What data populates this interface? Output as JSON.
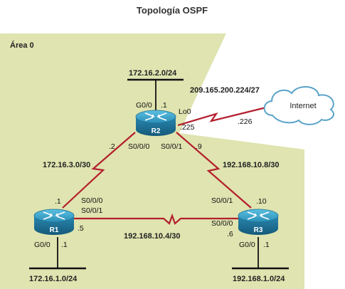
{
  "title": "Topología OSPF",
  "area_label": "Área 0",
  "colors": {
    "area_fill": "#dfe4b0",
    "serial_link": "#b41e2d",
    "ethernet_link": "#111111",
    "router_top": "#3aa0c4",
    "router_side": "#1b6f93",
    "cloud_stroke": "#5aa3c8"
  },
  "routers": {
    "r1": {
      "name": "R1",
      "icon": "router-icon"
    },
    "r2": {
      "name": "R2",
      "icon": "router-icon"
    },
    "r3": {
      "name": "R3",
      "icon": "router-icon"
    }
  },
  "cloud": {
    "label": "Internet",
    "icon": "cloud-icon"
  },
  "networks": {
    "lan_r2": "172.16.2.0/24",
    "lan_r1": "172.16.1.0/24",
    "lan_r3": "192.168.1.0/24",
    "isp": "209.165.200.224/27",
    "r1_r2": "172.16.3.0/30",
    "r2_r3": "192.168.10.8/30",
    "r1_r3": "192.168.10.4/30"
  },
  "labels": {
    "r2_g00": "G0/0",
    "r2_g00_ip": ".1",
    "r2_lo0": "Lo0",
    "r2_lo0_ip": ".225",
    "isp_ip": ".226",
    "r2_s000": "S0/0/0",
    "r2_s000_ip": ".2",
    "r2_s001": "S0/0/1",
    "r2_s001_ip": ".9",
    "r1_s000": "S0/0/0",
    "r1_s000_ip": ".1",
    "r1_s001": "S0/0/1",
    "r1_s001_ip": ".5",
    "r1_g00": "G0/0",
    "r1_g00_ip": ".1",
    "r3_s001": "S0/0/1",
    "r3_s001_ip": ".10",
    "r3_s000": "S0/0/0",
    "r3_s000_ip": ".6",
    "r3_g00": "G0/0",
    "r3_g00_ip": ".1"
  }
}
